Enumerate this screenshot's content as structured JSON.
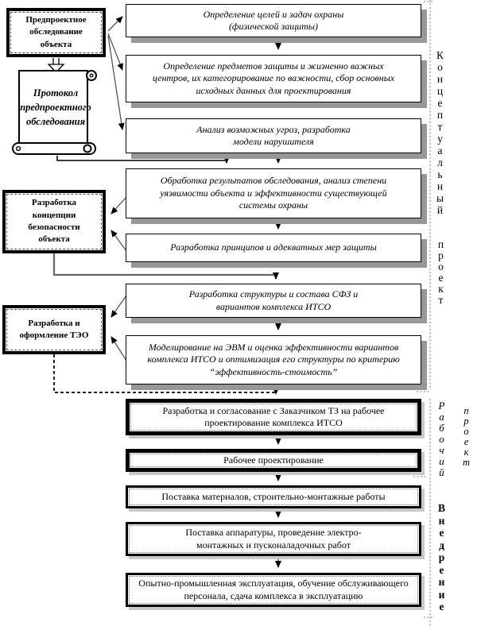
{
  "palette": {
    "ink": "#000000",
    "box_shadow": "#979797",
    "light_shadow": "#c9c9c9",
    "line": "#555555"
  },
  "left_column": {
    "presurvey_box": "Предпроектное обследование объекта",
    "protocol_scroll": "Протокол предпроектного обследования",
    "concept_box": "Разработка концепции безопасности объекта",
    "teo_box": "Разработка и оформление ТЭО"
  },
  "flow": {
    "boxes": [
      {
        "label": "Определение целей и задач охраны (физической защиты)"
      },
      {
        "label": "Определение предметов защиты и жизненно важных центров, их категорирование по важности, сбор основных исходных данных для проектирования"
      },
      {
        "label": "Анализ возможных угроз, разработка модели нарушителя"
      },
      {
        "label": "Обработка результатов обследования, анализ степени уязвимости объекта и эффективности существующей системы охраны"
      },
      {
        "label": "Разработка принципов и адекватных мер защиты"
      },
      {
        "label": "Разработка структуры и состава СФЗ и вариантов комплекса ИТСО"
      },
      {
        "label": "Моделирование на ЭВМ и оценка эффективности вариантов комплекса ИТСО и оптимизация его структуры по критерию “эффективность-стоимость”"
      },
      {
        "label": "Разработка и согласование с Заказчиком ТЗ на рабочее проектирование комплекса ИТСО"
      },
      {
        "label": "Рабочее проектирование"
      },
      {
        "label": "Поставка материалов, строительно-монтажные работы"
      },
      {
        "label": "Поставка аппаратуры, проведение электро-монтажных и пусконаладочных работ"
      },
      {
        "label": "Опытно-промышленная эксплуатация, обучение обслуживающего персонала, сдача комплекса в эксплуатацию"
      }
    ]
  },
  "stages": {
    "conceptual": {
      "word1": "Концептуальный",
      "word2": "проект"
    },
    "working": {
      "word1": "Рабочий",
      "word2": "проект"
    },
    "implementation": {
      "word1": "Внедрение"
    }
  }
}
